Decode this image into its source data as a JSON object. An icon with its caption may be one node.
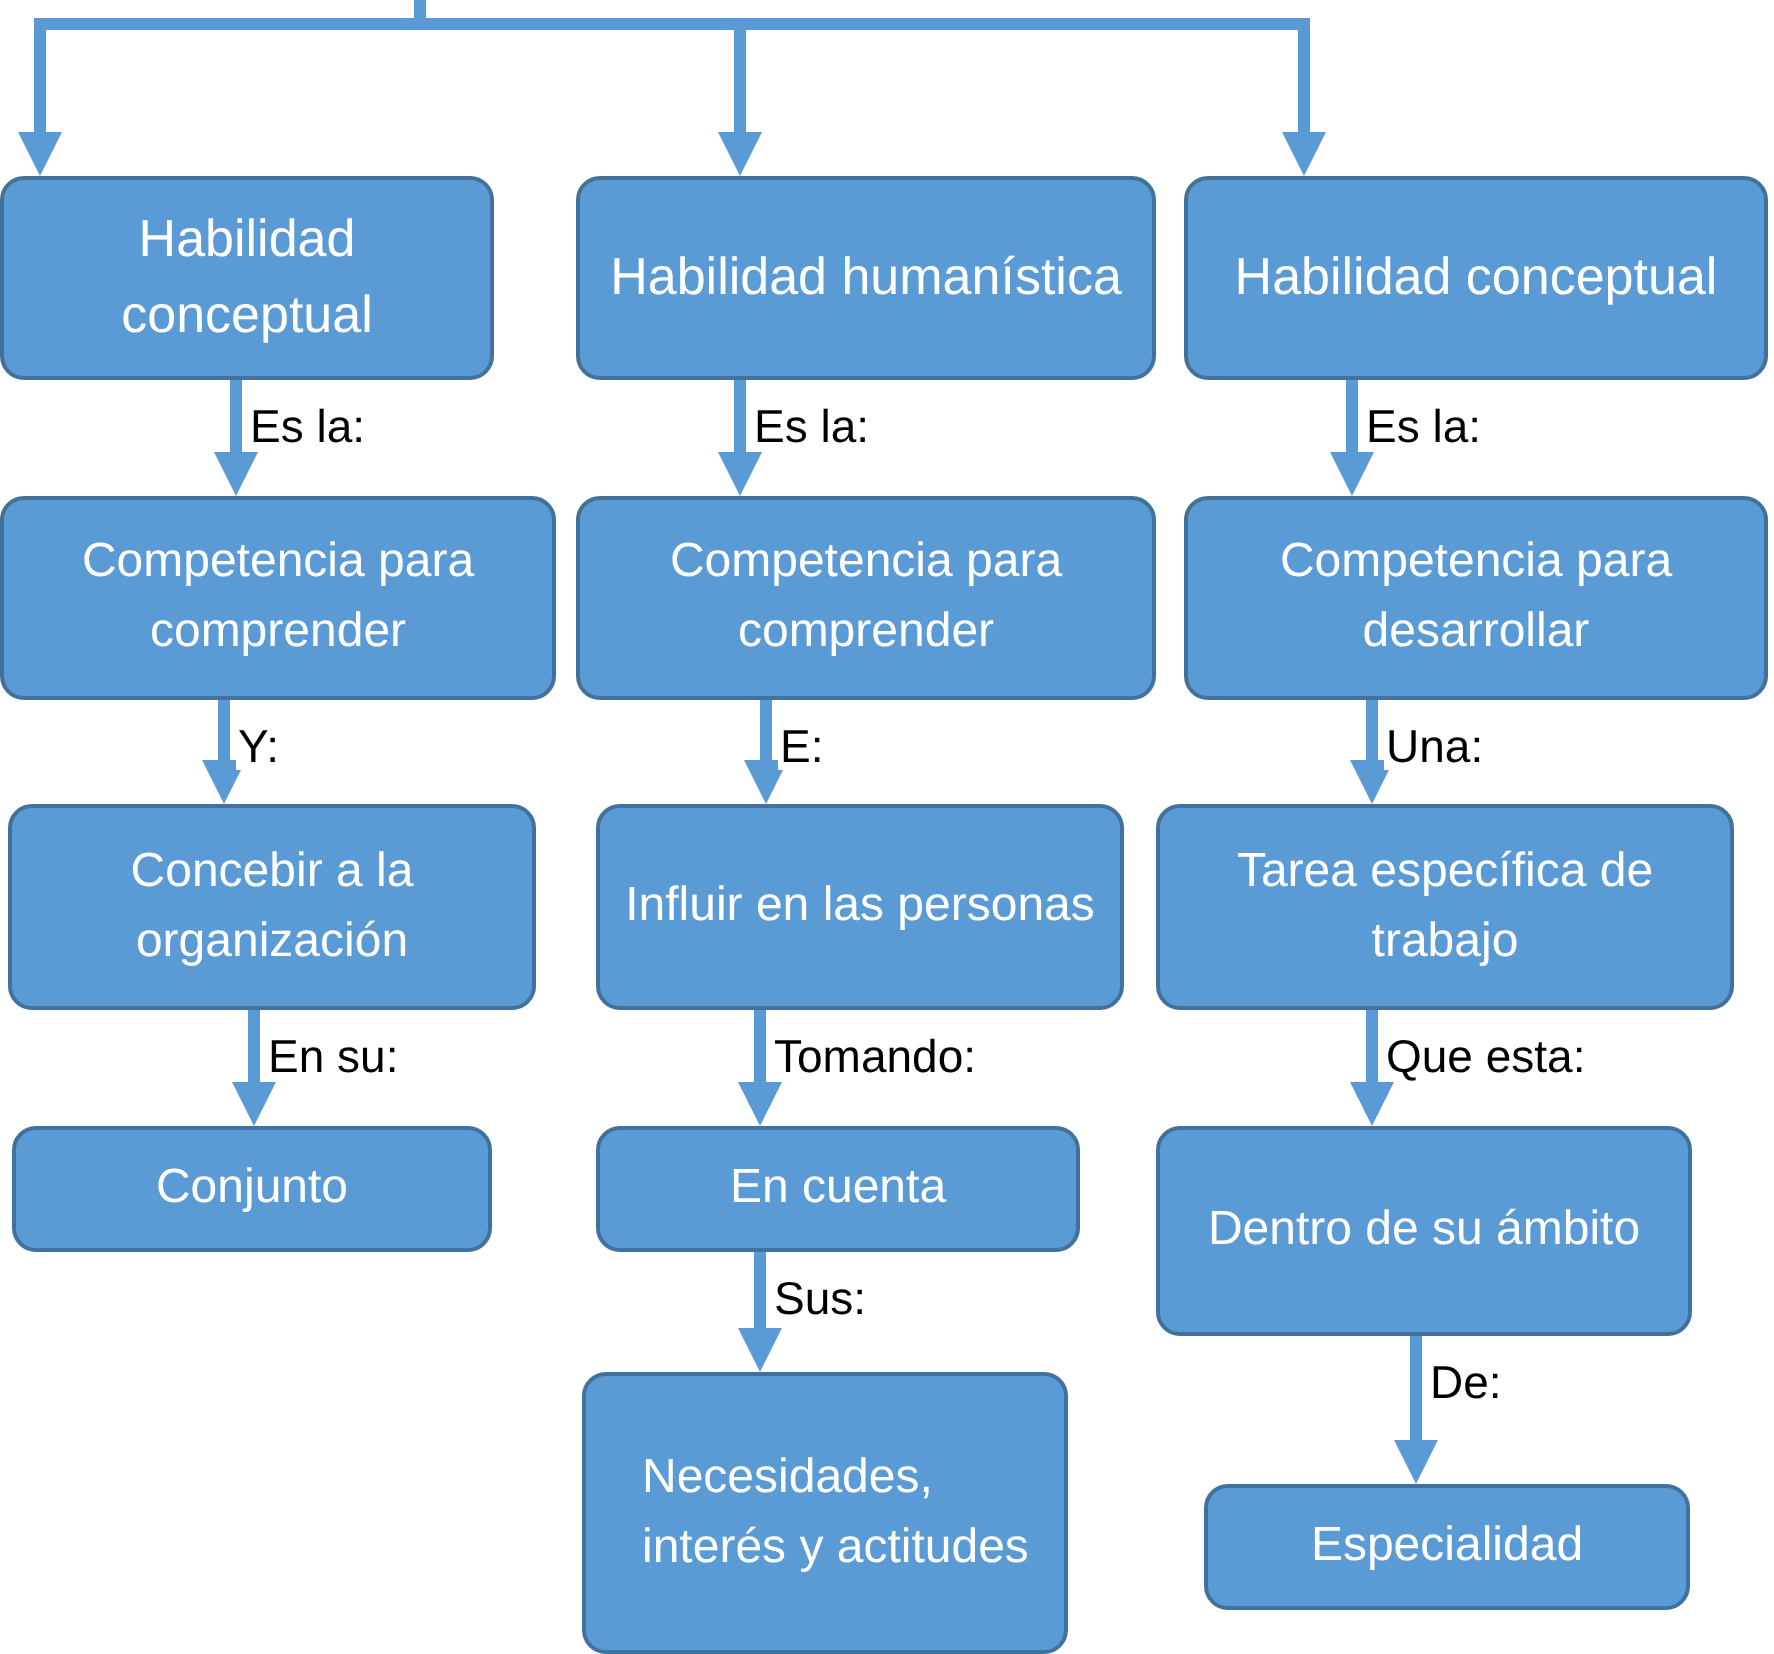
{
  "diagram": {
    "nodes": [
      {
        "text": [
          "Habilidad conceptual"
        ]
      },
      {
        "text": [
          "Habilidad humanística"
        ]
      },
      {
        "text": [
          "Habilidad conceptual"
        ]
      },
      {
        "text": [
          "Competencia para comprender"
        ]
      },
      {
        "text": [
          "Competencia para comprender"
        ]
      },
      {
        "text": [
          "Competencia para desarrollar"
        ]
      },
      {
        "text": [
          "Concebir a la organización"
        ]
      },
      {
        "text": [
          "Influir en las personas"
        ]
      },
      {
        "text": [
          "Tarea específica de trabajo"
        ]
      },
      {
        "text": [
          "Conjunto"
        ]
      },
      {
        "text": [
          "En cuenta"
        ]
      },
      {
        "text": [
          "Dentro de su ámbito"
        ]
      },
      {
        "text": [
          "Necesidades, interés y actitudes"
        ]
      },
      {
        "text": [
          "Especialidad"
        ]
      }
    ],
    "edges": [
      {
        "from": null,
        "to": 0,
        "arrow": "to"
      },
      {
        "from": null,
        "to": 1,
        "arrow": "to"
      },
      {
        "from": null,
        "to": 2,
        "arrow": "to"
      },
      {
        "from": 0,
        "to": 3,
        "arrow": "to",
        "label": "Es la:"
      },
      {
        "from": 1,
        "to": 4,
        "arrow": "to",
        "label": "Es la:"
      },
      {
        "from": 2,
        "to": 5,
        "arrow": "to",
        "label": "Es la:"
      },
      {
        "from": 3,
        "to": 6,
        "arrow": "to",
        "label": "Y:"
      },
      {
        "from": 4,
        "to": 7,
        "arrow": "to",
        "label": "E:"
      },
      {
        "from": 5,
        "to": 8,
        "arrow": "to",
        "label": "Una:"
      },
      {
        "from": 6,
        "to": 9,
        "arrow": "to",
        "label": "En su:"
      },
      {
        "from": 7,
        "to": 10,
        "arrow": "to",
        "label": "Tomando:"
      },
      {
        "from": 8,
        "to": 11,
        "arrow": "to",
        "label": "Que esta:"
      },
      {
        "from": 10,
        "to": 12,
        "arrow": "to",
        "label": "Sus:"
      },
      {
        "from": 11,
        "to": 13,
        "arrow": "to",
        "label": "De:"
      }
    ]
  }
}
